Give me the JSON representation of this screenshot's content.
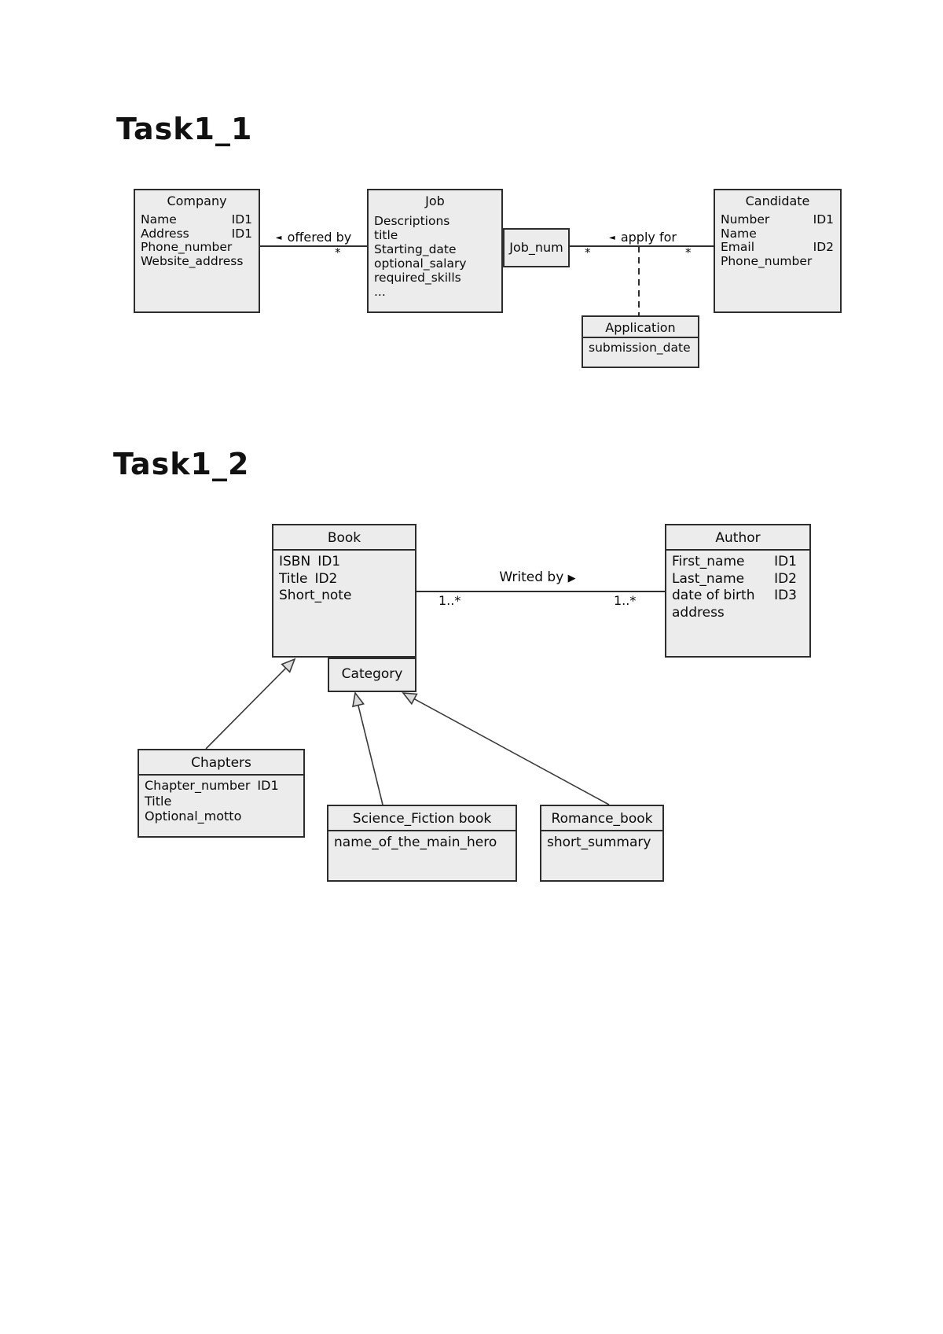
{
  "page": {
    "heading_task1": "Task1_1",
    "heading_task2": "Task1_2"
  },
  "colors": {
    "box_fill": "#ececec",
    "box_border": "#2d2d2d",
    "line": "#2d2d2d",
    "arrowhead_fill": "#dcdcdc",
    "text": "#0a0a0a"
  },
  "task1_1": {
    "company": {
      "title": "Company",
      "attributes": [
        {
          "name": "Name",
          "id": "ID1"
        },
        {
          "name": "Address",
          "id": "ID1"
        },
        {
          "name": "Phone_number",
          "id": ""
        },
        {
          "name": "Website_address",
          "id": ""
        }
      ]
    },
    "job": {
      "title": "Job",
      "attributes": [
        "Descriptions",
        "title",
        "Starting_date",
        "optional_salary",
        "required_skills",
        "..."
      ]
    },
    "job_num": {
      "label": "Job_num"
    },
    "candidate": {
      "title": "Candidate",
      "attributes": [
        {
          "name": "Number",
          "id": "ID1"
        },
        {
          "name": "Name",
          "id": ""
        },
        {
          "name": "Email",
          "id": "ID2"
        },
        {
          "name": "Phone_number",
          "id": ""
        }
      ]
    },
    "application": {
      "title": "Application",
      "attributes": [
        "submission_date"
      ]
    },
    "relations": {
      "offered_by": {
        "arrow": "◄",
        "label": "offered by",
        "mult_right": "*"
      },
      "apply_for": {
        "arrow": "◄",
        "label": "apply for",
        "mult_left": "*",
        "mult_right": "*"
      }
    }
  },
  "task1_2": {
    "book": {
      "title": "Book",
      "attributes": [
        {
          "name": "ISBN",
          "id": "ID1"
        },
        {
          "name": "Title",
          "id": "ID2"
        },
        {
          "name": "Short_note",
          "id": ""
        }
      ]
    },
    "author": {
      "title": "Author",
      "attributes": [
        {
          "name": "First_name",
          "id": "ID1"
        },
        {
          "name": "Last_name",
          "id": "ID2"
        },
        {
          "name": "date of birth",
          "id": "ID3"
        },
        {
          "name": "address",
          "id": ""
        }
      ]
    },
    "category": {
      "label": "Category"
    },
    "chapters": {
      "title": "Chapters",
      "attributes": [
        {
          "name": "Chapter_number",
          "id": "ID1"
        },
        {
          "name": "Title",
          "id": ""
        },
        {
          "name": "Optional_motto",
          "id": ""
        }
      ]
    },
    "science_fiction": {
      "title": "Science_Fiction book",
      "attributes": [
        "name_of_the_main_hero"
      ]
    },
    "romance": {
      "title": "Romance_book",
      "attributes": [
        "short_summary"
      ]
    },
    "relations": {
      "writed_by": {
        "label": "Writed by",
        "arrow": "▶",
        "mult_left": "1..*",
        "mult_right": "1..*"
      }
    }
  }
}
